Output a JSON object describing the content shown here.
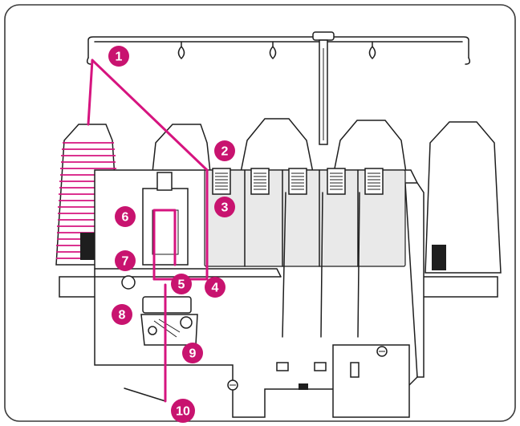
{
  "diagram": {
    "thread_color": "#d6147f",
    "badge_color": "#c8136f",
    "steps": [
      {
        "label": "1"
      },
      {
        "label": "2"
      },
      {
        "label": "3"
      },
      {
        "label": "4"
      },
      {
        "label": "5"
      },
      {
        "label": "6"
      },
      {
        "label": "7"
      },
      {
        "label": "8"
      },
      {
        "label": "9"
      },
      {
        "label": "10"
      }
    ]
  }
}
